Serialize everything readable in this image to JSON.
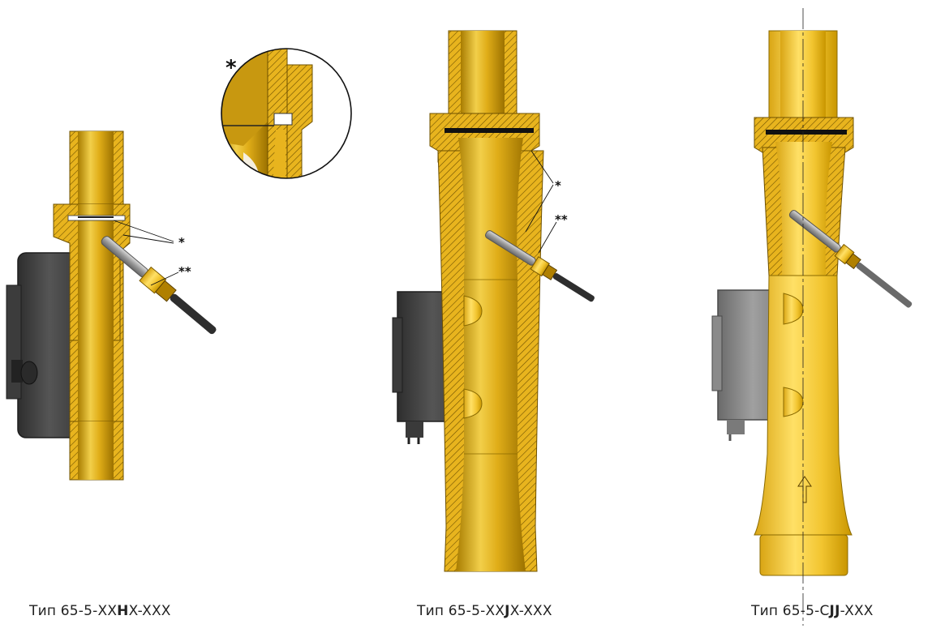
{
  "callouts": {
    "star": "*",
    "double_star": "**"
  },
  "captions": [
    {
      "prefix": "Тип 65-5-XX",
      "bold": "H",
      "suffix": "X-XXX"
    },
    {
      "prefix": "Тип 65-5-XX",
      "bold": "J",
      "suffix": "X-XXX"
    },
    {
      "prefix": "Тип 65-5-C",
      "bold": "JJ",
      "suffix": "-XXX"
    }
  ],
  "colors": {
    "brass": "#d9a514",
    "brass_dark": "#a87c00",
    "brass_light": "#f2cf4a",
    "housing": "#4a4a4a",
    "housing_light": "#8a8a8a",
    "hatch": "#7a5a00"
  }
}
